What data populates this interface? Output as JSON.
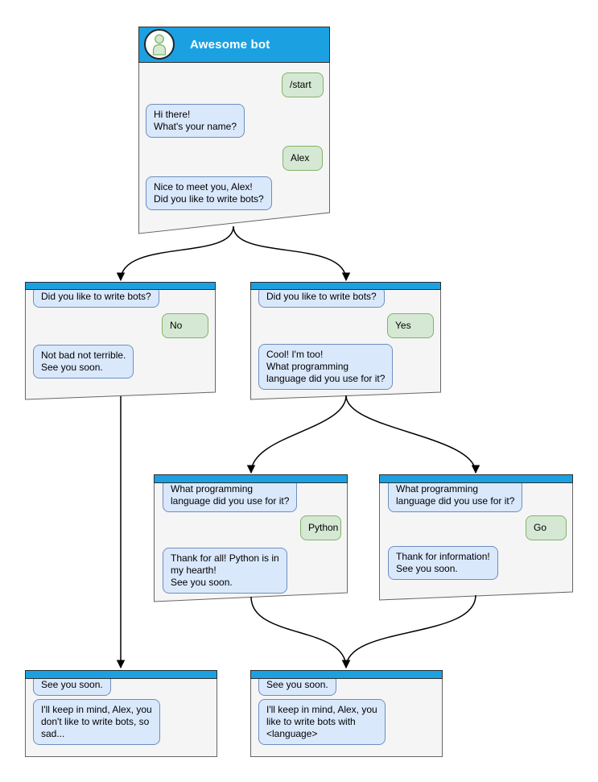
{
  "colors": {
    "header_blue": "#1ba1e2",
    "window_bg": "#f5f5f5",
    "window_border": "#666666",
    "bar_border": "#2d2d2d",
    "bot_bubble_bg": "#dae8fc",
    "bot_bubble_border": "#6c8ebf",
    "user_bubble_bg": "#d5e8d4",
    "user_bubble_border": "#82b366",
    "edge_color": "#000000",
    "title_text": "#ffffff",
    "avatar_fill": "#d5e8d4",
    "avatar_stroke": "#82b366"
  },
  "windows": {
    "main": {
      "title": "Awesome bot",
      "avatar": "person-icon",
      "messages": [
        {
          "from": "user",
          "text": "/start"
        },
        {
          "from": "bot",
          "text": "Hi there!\nWhat's your name?"
        },
        {
          "from": "user",
          "text": "Alex"
        },
        {
          "from": "bot",
          "text": "Nice to meet you, Alex!\nDid you like to write bots?"
        }
      ]
    },
    "branch_no": {
      "messages": [
        {
          "from": "bot",
          "text": "Did you like to write bots?"
        },
        {
          "from": "user",
          "text": "No"
        },
        {
          "from": "bot",
          "text": "Not bad not terrible.\nSee you soon."
        }
      ]
    },
    "branch_yes": {
      "messages": [
        {
          "from": "bot",
          "text": "Did you like to write bots?"
        },
        {
          "from": "user",
          "text": "Yes"
        },
        {
          "from": "bot",
          "text": "Cool! I'm too!\nWhat programming\nlanguage did you use for it?"
        }
      ]
    },
    "branch_python": {
      "messages": [
        {
          "from": "bot",
          "text": "What programming\nlanguage did you use for it?"
        },
        {
          "from": "user",
          "text": "Python"
        },
        {
          "from": "bot",
          "text": "Thank for all! Python is in\nmy hearth!\nSee you soon."
        }
      ]
    },
    "branch_go": {
      "messages": [
        {
          "from": "bot",
          "text": "What programming\nlanguage did you use for it?"
        },
        {
          "from": "user",
          "text": "Go"
        },
        {
          "from": "bot",
          "text": "Thank for information!\nSee you soon."
        }
      ]
    },
    "end_no": {
      "messages": [
        {
          "from": "bot",
          "text": "See you soon."
        },
        {
          "from": "bot",
          "text": "I'll keep in mind, Alex, you\ndon't like to write bots, so\nsad..."
        }
      ]
    },
    "end_yes": {
      "messages": [
        {
          "from": "bot",
          "text": "See you soon."
        },
        {
          "from": "bot",
          "text": "I'll keep in mind, Alex, you\nlike to write bots with\n<language>"
        }
      ]
    }
  },
  "edges": [
    {
      "from": "main",
      "to": "branch_no"
    },
    {
      "from": "main",
      "to": "branch_yes"
    },
    {
      "from": "branch_no",
      "to": "end_no"
    },
    {
      "from": "branch_yes",
      "to": "branch_python"
    },
    {
      "from": "branch_yes",
      "to": "branch_go"
    },
    {
      "from": "branch_python",
      "to": "end_yes"
    },
    {
      "from": "branch_go",
      "to": "end_yes"
    }
  ]
}
